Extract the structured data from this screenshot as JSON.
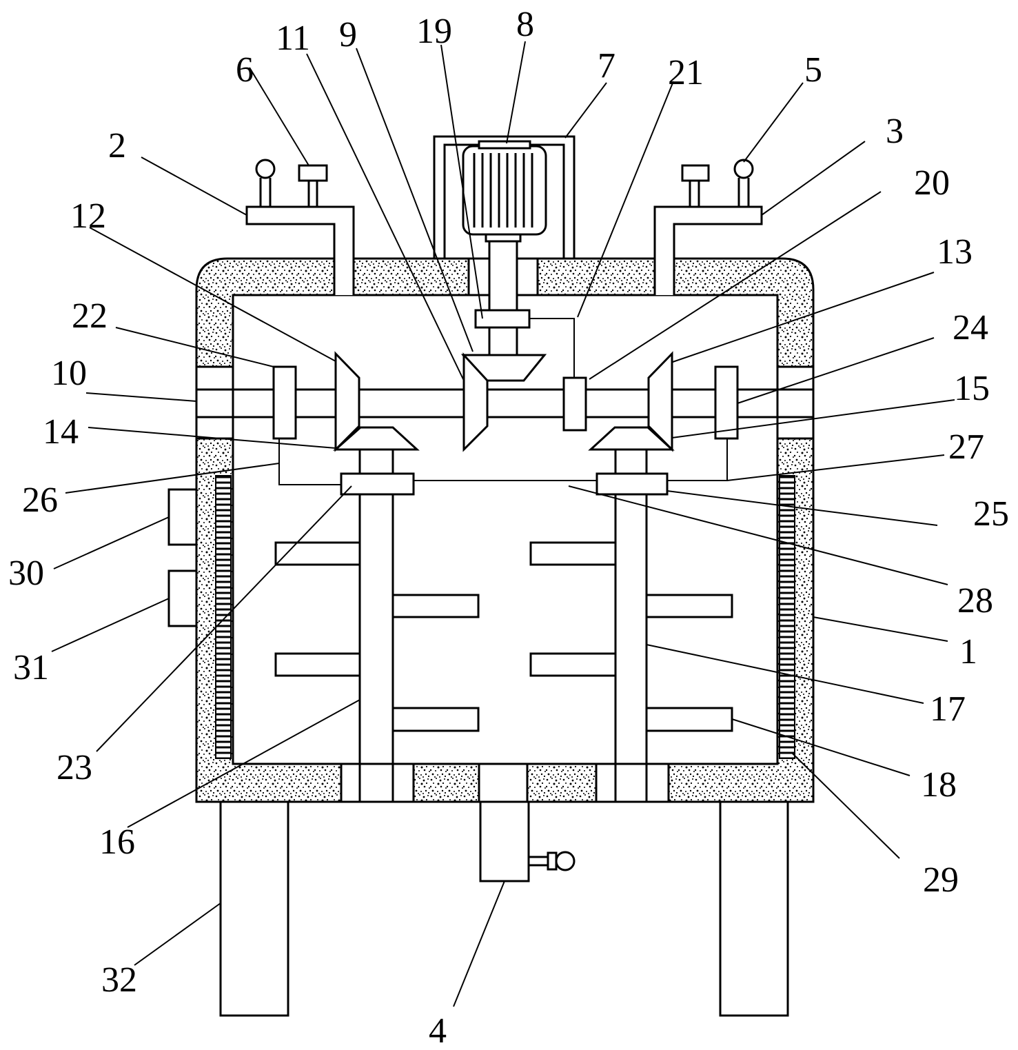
{
  "diagram": {
    "labels": [
      "1",
      "2",
      "3",
      "4",
      "5",
      "6",
      "7",
      "8",
      "9",
      "10",
      "11",
      "12",
      "13",
      "14",
      "15",
      "16",
      "17",
      "18",
      "19",
      "20",
      "21",
      "22",
      "23",
      "24",
      "25",
      "26",
      "27",
      "28",
      "29",
      "30",
      "31",
      "32"
    ]
  },
  "colors": {
    "line": "#000000",
    "background": "#ffffff"
  }
}
